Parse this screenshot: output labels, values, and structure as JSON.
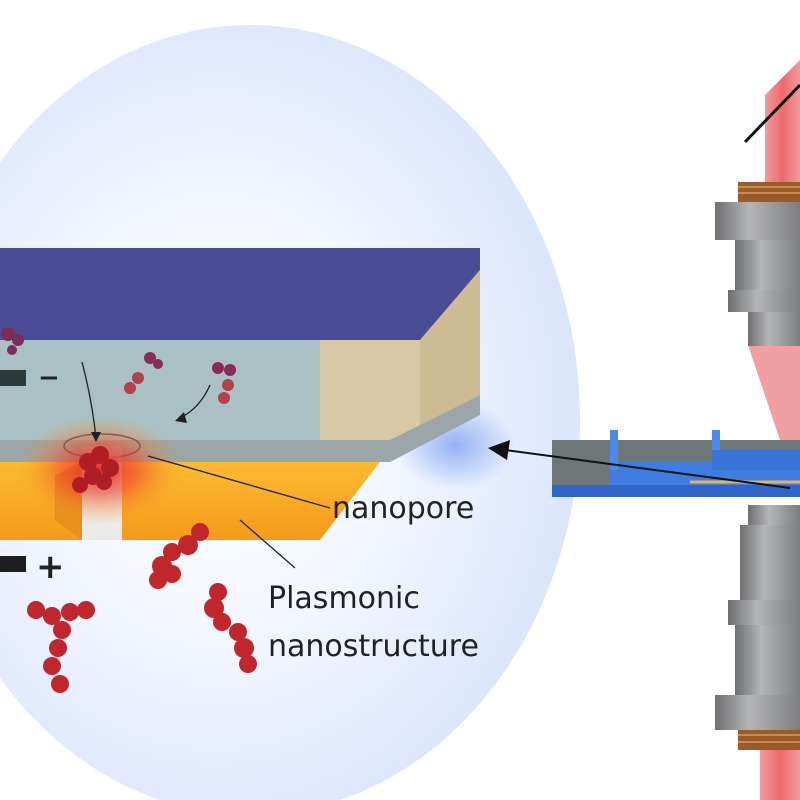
{
  "labels": {
    "nanopore": "nanopore",
    "plasmonic_line1": "Plasmonic",
    "plasmonic_line2": "nanostructure",
    "minus_sign": "−",
    "plus_sign": "+"
  },
  "colors": {
    "halo": "#dde6fb",
    "top_layer": "#4a4d96",
    "solution": "#a9c0c4",
    "side_wall": "#d8c9a6",
    "gold": "#f6a623",
    "protein": "#c0272d",
    "laser": "#ef6f72",
    "objective_grey": "#8e8f91",
    "coil_copper": "#9a5a2a",
    "chip_blue": "#2f65c9",
    "chip_grey": "#6f7678"
  }
}
